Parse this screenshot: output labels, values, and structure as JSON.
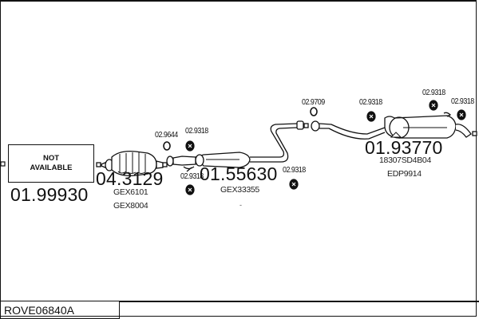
{
  "diagram": {
    "code": "ROVE06840A",
    "unavailable_part": {
      "label_line1": "NOT",
      "label_line2": "AVAILABLE",
      "part_number": "01.99930"
    },
    "parts": [
      {
        "id": "catalyst",
        "icon": "catalytic-converter-icon",
        "part_number": "04.3129",
        "refs": [
          "GEX6101",
          "GEX8004"
        ]
      },
      {
        "id": "centre-silencer",
        "icon": "centre-silencer-icon",
        "part_number": "01.55630",
        "refs": [
          "GEX33355"
        ]
      },
      {
        "id": "rear-silencer",
        "icon": "rear-silencer-icon",
        "part_number": "01.93770",
        "refs": [
          "18307SD4B04",
          "EDP9914"
        ]
      }
    ],
    "fittings": [
      {
        "part_number": "02.9644",
        "icon": "o-ring-icon"
      },
      {
        "part_number": "02.9318",
        "icon": "rubber-hanger-icon"
      },
      {
        "part_number": "02.9318",
        "icon": "rubber-hanger-icon"
      },
      {
        "part_number": "02.9318",
        "icon": "rubber-hanger-icon"
      },
      {
        "part_number": "02.9709",
        "icon": "o-ring-icon"
      },
      {
        "part_number": "02.9318",
        "icon": "rubber-hanger-icon"
      },
      {
        "part_number": "02.9318",
        "icon": "rubber-hanger-icon"
      },
      {
        "part_number": "02.9318",
        "icon": "rubber-hanger-icon"
      }
    ],
    "stray_mark": "-"
  }
}
